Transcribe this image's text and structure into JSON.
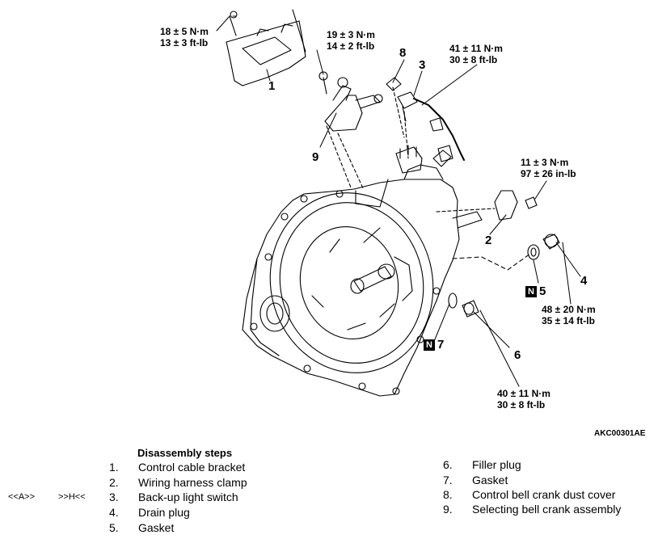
{
  "diagram": {
    "callouts": {
      "c1": "1",
      "c2": "2",
      "c3": "3",
      "c4": "4",
      "c5": "5",
      "c6": "6",
      "c7": "7",
      "c8": "8",
      "c9": "9"
    },
    "new_part_mark": "N",
    "torques": {
      "t1_nm": "18 ± 5 N·m",
      "t1_ft": "13 ± 3 ft-lb",
      "t2_nm": "19 ± 3 N·m",
      "t2_ft": "14 ± 2 ft-lb",
      "t3_nm": "41 ± 11 N·m",
      "t3_ft": "30 ± 8 ft-lb",
      "t4_nm": "11 ± 3 N·m",
      "t4_ft": "97 ± 26 in-lb",
      "t5_nm": "48 ± 20 N·m",
      "t5_ft": "35 ± 14 ft-lb",
      "t6_nm": "40 ± 11 N·m",
      "t6_ft": "30 ± 8 ft-lb"
    },
    "figure_code": "AKC00301AE"
  },
  "steps": {
    "title": "Disassembly steps",
    "refs": {
      "a": "<<A>>",
      "h": ">>H<<"
    },
    "left": [
      {
        "num": "1.",
        "label": "Control cable bracket"
      },
      {
        "num": "2.",
        "label": "Wiring harness clamp"
      },
      {
        "num": "3.",
        "label": "Back-up light switch"
      },
      {
        "num": "4.",
        "label": "Drain plug"
      },
      {
        "num": "5.",
        "label": "Gasket"
      }
    ],
    "right": [
      {
        "num": "6.",
        "label": "Filler plug"
      },
      {
        "num": "7.",
        "label": "Gasket"
      },
      {
        "num": "8.",
        "label": "Control bell crank dust cover"
      },
      {
        "num": "9.",
        "label": "Selecting bell crank assembly"
      }
    ]
  }
}
